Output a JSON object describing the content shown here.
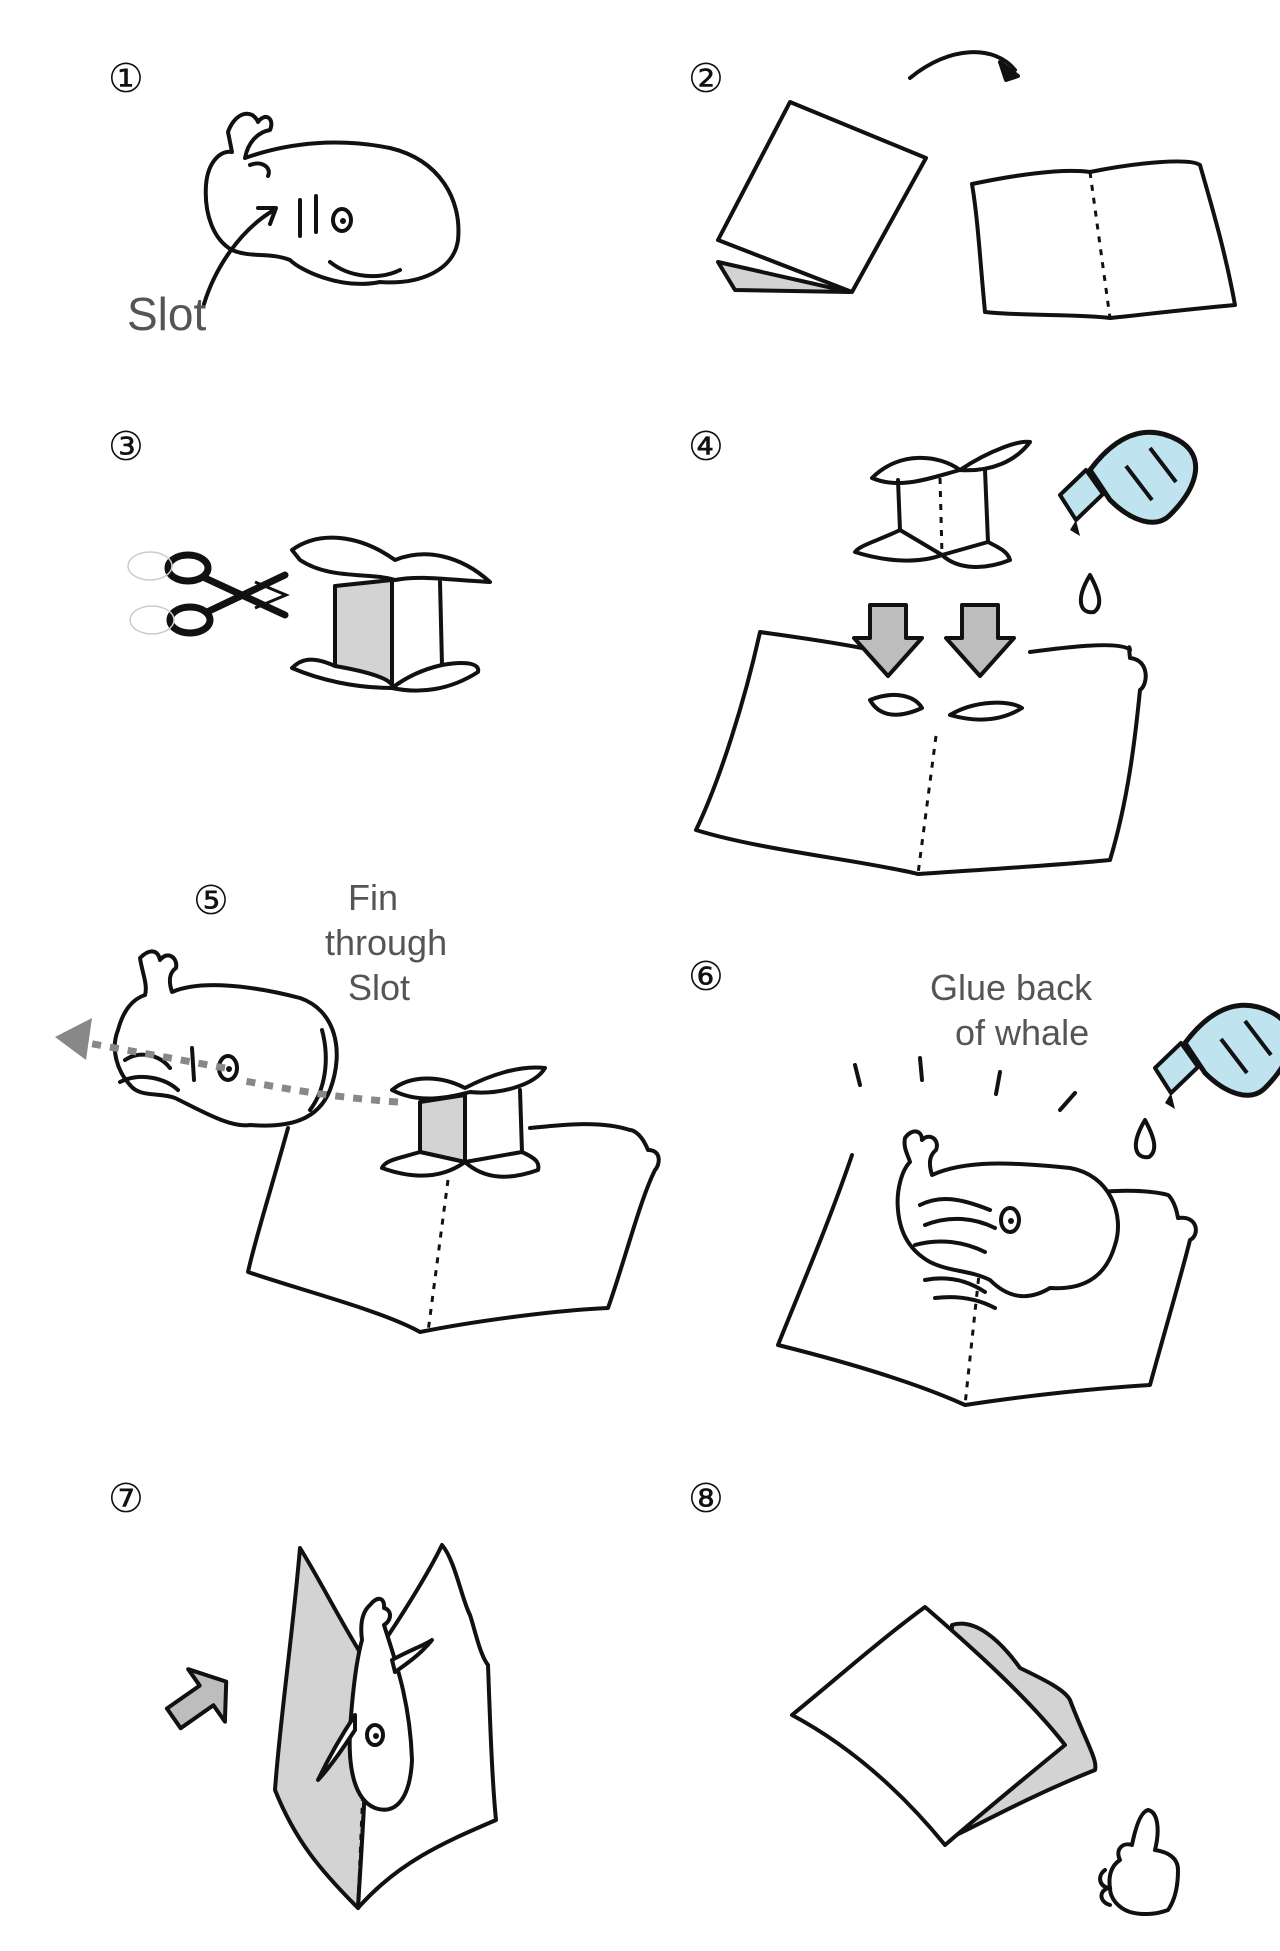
{
  "steps": [
    {
      "number": "①",
      "label": "Slot"
    },
    {
      "number": "②"
    },
    {
      "number": "③"
    },
    {
      "number": "④"
    },
    {
      "number": "⑤",
      "label_lines": [
        "Fin",
        "through",
        "Slot"
      ]
    },
    {
      "number": "⑥",
      "label_lines": [
        "Glue back",
        "of whale"
      ]
    },
    {
      "number": "⑦"
    },
    {
      "number": "⑧"
    }
  ],
  "colors": {
    "ink": "#111111",
    "fill_gray": "#d3d3d3",
    "glue_blue": "#bfe3ef",
    "label_gray": "#555555",
    "arrow_gray": "#888888"
  }
}
